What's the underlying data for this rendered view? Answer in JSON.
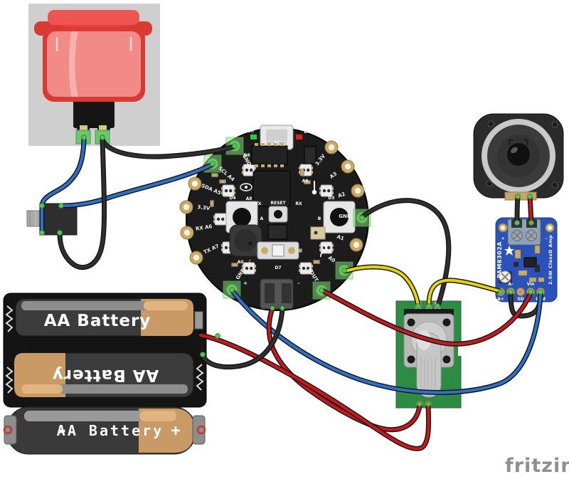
{
  "watermark": {
    "label": "fritzing"
  },
  "colors": {
    "wire_blue": "#2e71c8",
    "wire_black": "#303030",
    "wire_red": "#c8191e",
    "wire_yellow": "#e6d600",
    "connector_green": "#57c657",
    "pcb_green": "#2e8b43",
    "amp_blue": "#2a52b8",
    "board_black": "#1c1c1c",
    "pad_gold": "#c8ab66",
    "button_red": "#e8413c",
    "panel_gray": "#cfcfcf"
  },
  "battery_holder": {
    "battery_top_label": "AA Battery",
    "battery_bottom_label": "AA Battery"
  },
  "loose_battery": {
    "minus_label": "-",
    "label": "AA Battery",
    "plus_label": "+"
  },
  "circuit_playground": {
    "pads": [
      {
        "label": "GND",
        "wired": true
      },
      {
        "label": "SCL A4",
        "wired": true
      },
      {
        "label": "SDA A5",
        "wired": false
      },
      {
        "label": "3.3V",
        "wired": false
      },
      {
        "label": "RX A6",
        "wired": false
      },
      {
        "label": "TX A7",
        "wired": false
      },
      {
        "label": "GND",
        "wired": true
      },
      {
        "label": "VOUT",
        "wired": true
      },
      {
        "label": "A0",
        "wired": true
      },
      {
        "label": "A1",
        "wired": false
      },
      {
        "label": "GND",
        "wired": true
      },
      {
        "label": "A2",
        "wired": false
      },
      {
        "label": "A3",
        "wired": false
      },
      {
        "label": "3.3V",
        "wired": false
      }
    ],
    "silk": {
      "on": "On",
      "d13": "D13",
      "d8": "D8",
      "a8": "A8",
      "a9": "A9",
      "tx": "TX",
      "reset": "RESET",
      "rx": "RX",
      "d4": "D4",
      "d5": "D5",
      "button_a": "A",
      "button_b": "B",
      "d7": "D7",
      "a0": "A0",
      "note": "♪",
      "plus": "+",
      "minus": "-"
    }
  },
  "amplifier": {
    "model_label": "PAM8302A",
    "spec_label": "2.5W ClassD Amp",
    "terminal_plus": "+",
    "terminal_minus": "-",
    "pin_labels_top": [
      "A-",
      "Vin"
    ],
    "pin_labels_bottom": [
      "A+",
      "SD",
      "Gnd"
    ]
  },
  "wires": [
    {
      "id": "button-to-jack",
      "color": "blue",
      "from": "arcade-button-left-terminal",
      "to": "audio-jack-pin-1"
    },
    {
      "id": "jack-bridge",
      "color": "blue",
      "from": "audio-jack-pin-1",
      "to": "audio-jack-pin-3"
    },
    {
      "id": "scl-to-jack",
      "color": "blue",
      "from": "cpx-pad-scl-a4",
      "to": "audio-jack-pin-2"
    },
    {
      "id": "button-to-gnd",
      "color": "black",
      "from": "arcade-button-right-terminal",
      "to": "cpx-pad-gnd-top"
    },
    {
      "id": "button-to-jack-sleeve",
      "color": "black",
      "from": "arcade-button-right-terminal",
      "to": "audio-jack-pin-4"
    },
    {
      "id": "gnd-to-pot",
      "color": "black",
      "from": "cpx-pad-gnd-right",
      "to": "pot-pin-3"
    },
    {
      "id": "a0-to-pot",
      "color": "yellow",
      "from": "cpx-pad-a0",
      "to": "pot-pin-1"
    },
    {
      "id": "pot-to-amp",
      "color": "yellow",
      "from": "pot-pin-2",
      "to": "amp-pin-a-plus"
    },
    {
      "id": "amp-jumper",
      "color": "black",
      "from": "amp-pin-a-minus",
      "to": "amp-pin-gnd"
    },
    {
      "id": "vout-to-vin",
      "color": "red",
      "from": "cpx-pad-vout",
      "to": "amp-pin-vin"
    },
    {
      "id": "gnd-to-amp-gnd",
      "color": "blue",
      "from": "cpx-pad-gnd-bottom-left",
      "to": "amp-pin-gnd"
    },
    {
      "id": "jst-to-pot-switch",
      "color": "red",
      "from": "cpx-battery-connector",
      "to": "pot-switch-pad-1"
    },
    {
      "id": "battery-to-pot-switch",
      "color": "red",
      "from": "battery-holder-positive",
      "to": "pot-switch-pad-2"
    },
    {
      "id": "jst-to-battery",
      "color": "black",
      "from": "cpx-battery-connector",
      "to": "battery-holder-negative"
    },
    {
      "id": "speaker-to-amp-black",
      "color": "black",
      "from": "speaker-terminal-minus",
      "to": "amp-terminal-minus"
    },
    {
      "id": "speaker-to-amp-red",
      "color": "red",
      "from": "speaker-terminal-plus",
      "to": "amp-terminal-plus"
    }
  ]
}
